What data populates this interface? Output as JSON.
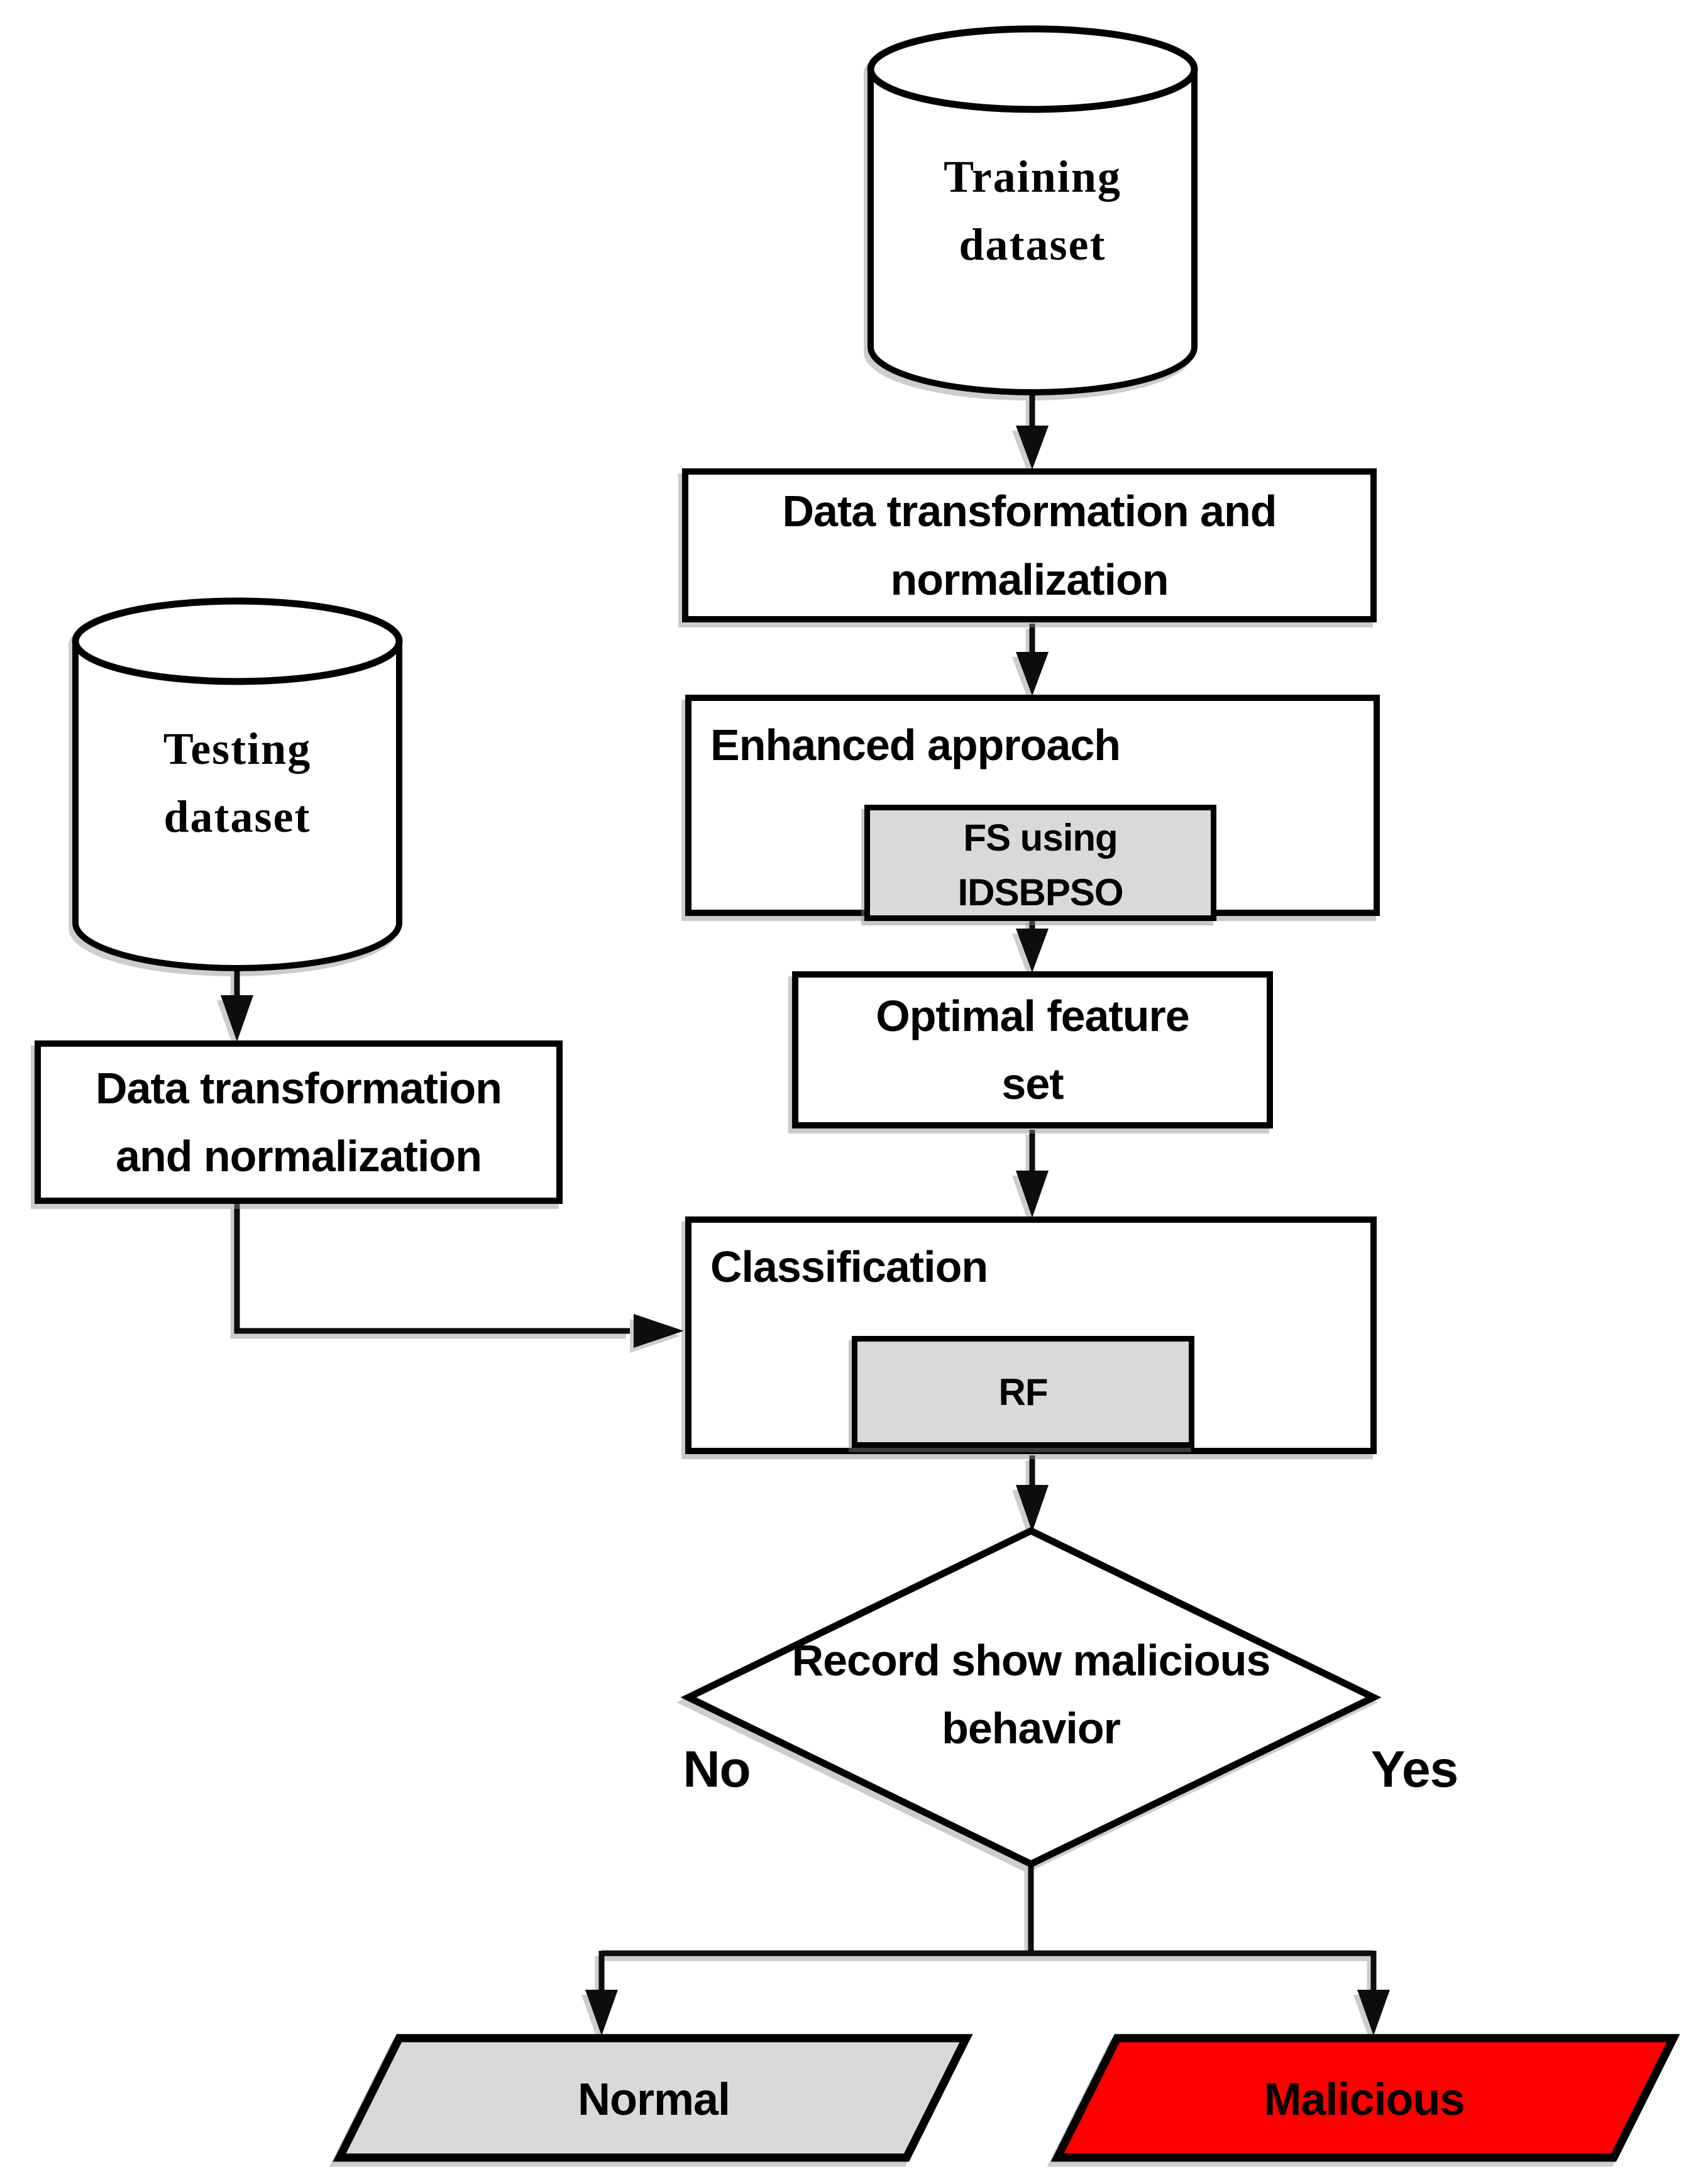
{
  "flowchart": {
    "nodes": {
      "training_dataset": "Training\ndataset",
      "testing_dataset": "Testing\ndataset",
      "transform_top": "Data transformation and\nnormalization",
      "enhanced_approach": "Enhanced approach",
      "fs_idsbpso": "FS using\nIDSBPSO",
      "optimal_feature_set": "Optimal feature\nset",
      "classification": "Classification",
      "rf": "RF",
      "transform_left": "Data transformation\nand normalization",
      "decision": "Record show malicious\nbehavior",
      "output_normal": "Normal",
      "output_malicious": "Malicious"
    },
    "edge_labels": {
      "no": "No",
      "yes": "Yes"
    },
    "colors": {
      "shape_stroke": "#000000",
      "box_fill": "#ffffff",
      "inner_box_fill": "#d9d9d9",
      "normal_fill": "#d9d9d9",
      "malicious_fill": "#ff0000",
      "shadow": "#b8b8b8"
    }
  }
}
